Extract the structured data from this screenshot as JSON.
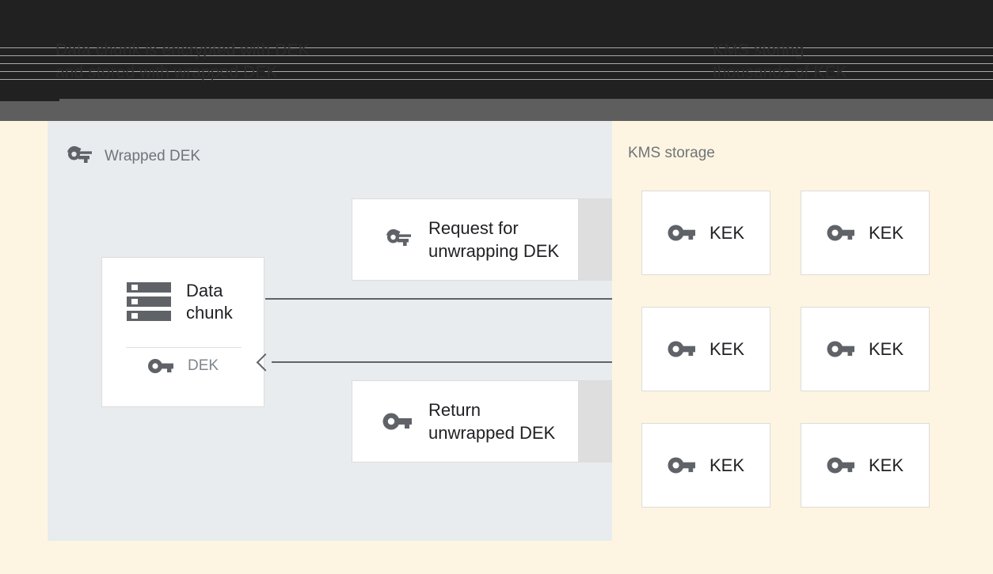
{
  "page": {
    "background_color": "#fdf5e1",
    "chrome_dark_color": "#212121",
    "chrome_mid_color": "#5e5e5e"
  },
  "captions": {
    "left": "Data chunk is encrypted with DEK\nand stored with wrapped DEK",
    "right": "KMS storing\nthousands of KEK"
  },
  "left_panel": {
    "background_color": "#e8ecef",
    "header_label": "Wrapped DEK",
    "header_icon": "wrapped-key-icon",
    "data_chunk": {
      "icon": "server-storage-icon",
      "title": "Data\nchunk",
      "key_icon": "key-icon",
      "key_label": "DEK"
    },
    "messages": [
      {
        "icon": "wrapped-key-icon",
        "text": "Request for\nunwrapping DEK"
      },
      {
        "icon": "key-icon",
        "text": "Return\nunwrapped DEK"
      }
    ],
    "arrows": [
      {
        "name": "request-arrow",
        "direction": "right"
      },
      {
        "name": "response-arrow",
        "direction": "left"
      }
    ]
  },
  "right_panel": {
    "background_color": "#fdf5e1",
    "header_label": "KMS storage",
    "keys": [
      {
        "icon": "key-icon",
        "label": "KEK"
      },
      {
        "icon": "key-icon",
        "label": "KEK"
      },
      {
        "icon": "key-icon",
        "label": "KEK"
      },
      {
        "icon": "key-icon",
        "label": "KEK"
      },
      {
        "icon": "key-icon",
        "label": "KEK"
      },
      {
        "icon": "key-icon",
        "label": "KEK"
      }
    ]
  },
  "colors": {
    "icon_grey": "#5f6368",
    "text_primary": "#202124",
    "text_muted": "#70757a",
    "card_border": "#dcdcdc",
    "card_tail": "#dedede"
  }
}
